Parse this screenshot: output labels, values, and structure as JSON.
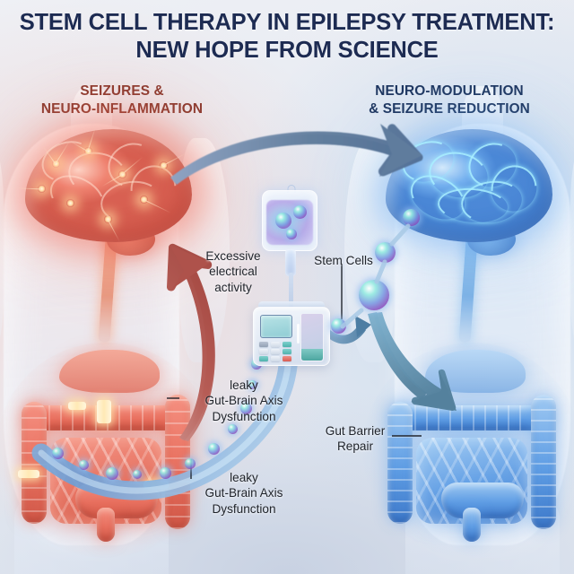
{
  "title": {
    "line1": "STEM CELL THERAPY IN EPILEPSY TREATMENT:",
    "line2": "NEW HOPE FROM SCIENCE"
  },
  "headings": {
    "left": "SEIZURES &\nNEURO-INFLAMMATION",
    "right": "NEURO-MODULATION\n& SEIZURE REDUCTION"
  },
  "callouts": {
    "excessive_activity": "Excessive\nelectrical\nactivity",
    "stem_cells": "Stem Cells",
    "leaky_axis_upper": "leaky\nGut-Brain Axis\nDysfunction",
    "leaky_axis_lower": "leaky\nGut-Brain Axis\nDysfunction",
    "gut_barrier_repair": "Gut Barrier\nRepair"
  },
  "figures": {
    "brain_inflamed": "inflamed-brain-illustration",
    "brain_healthy": "healthy-brain-illustration",
    "gut_inflamed": "inflamed-intestines-illustration",
    "gut_healthy": "healthy-intestines-illustration",
    "iv_pump": "iv-infusion-pump-illustration",
    "iv_bag": "iv-bag-with-stem-cells"
  },
  "arrows": {
    "brain_to_brain": "treatment-transition-arrow",
    "gut_to_brain": "gut-to-brain-signal-arrow",
    "cells_to_gut": "stem-cells-to-gut-arrow",
    "pump_to_cells": "pump-to-cells-arrow"
  },
  "colors": {
    "title": "#1d2b52",
    "heading_left": "#8c3b30",
    "heading_right": "#1d355f",
    "inflamed": "#e06a57",
    "healthy": "#4c86d6",
    "stem_cell": "#8a5fd0",
    "callout_text": "#20242b",
    "arrow_blue": "#5c7ba6",
    "arrow_red": "#b0504a"
  }
}
